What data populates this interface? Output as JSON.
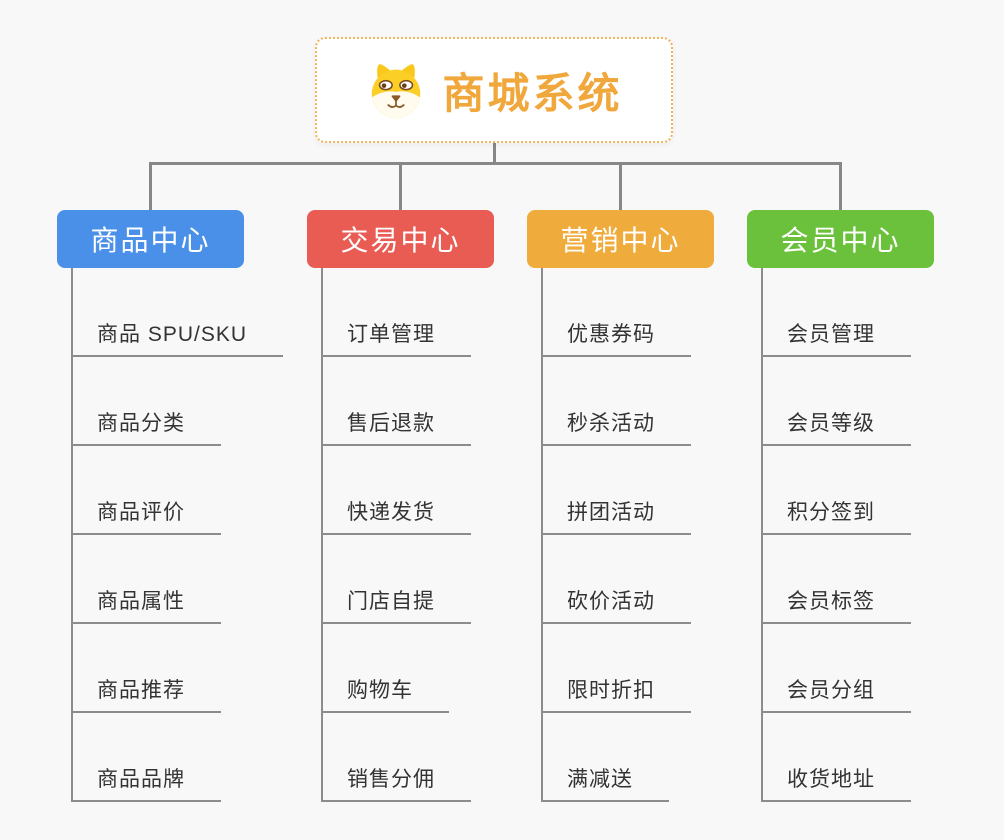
{
  "root": {
    "title": "商城系统",
    "icon": "dog-face-icon"
  },
  "branches": [
    {
      "label": "商品中心",
      "color": "#4a90e8",
      "items": [
        "商品 SPU/SKU",
        "商品分类",
        "商品评价",
        "商品属性",
        "商品推荐",
        "商品品牌"
      ]
    },
    {
      "label": "交易中心",
      "color": "#e85c54",
      "items": [
        "订单管理",
        "售后退款",
        "快递发货",
        "门店自提",
        "购物车",
        "销售分佣"
      ]
    },
    {
      "label": "营销中心",
      "color": "#efac3c",
      "items": [
        "优惠券码",
        "秒杀活动",
        "拼团活动",
        "砍价活动",
        "限时折扣",
        "满减送"
      ]
    },
    {
      "label": "会员中心",
      "color": "#6cc13c",
      "items": [
        "会员管理",
        "会员等级",
        "积分签到",
        "会员标签",
        "会员分组",
        "收货地址"
      ]
    }
  ],
  "colors": {
    "background": "#f8f8f8",
    "root_node_bg": "#ffffff",
    "root_border": "#f2b35a",
    "root_title": "#f0a73c",
    "connector": "#878787",
    "leaf_line": "#8c8c8c",
    "leaf_text": "#333333",
    "branch_text": "#ffffff",
    "dog_yellow": "#fbcf25",
    "dog_cream": "#fffbee",
    "dog_brown": "#8a5a28"
  }
}
